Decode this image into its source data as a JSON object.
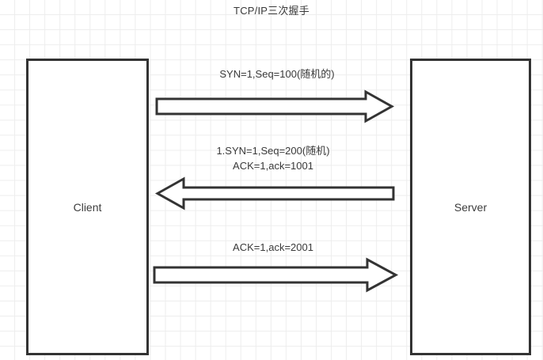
{
  "diagram": {
    "title": "TCP/IP三次握手",
    "background": {
      "grid_color": "#ededed",
      "page_color": "#ffffff"
    },
    "stroke_color": "#333333",
    "text_color": "#3a3a3a",
    "nodes": [
      {
        "id": "client",
        "label": "Client"
      },
      {
        "id": "server",
        "label": "Server"
      }
    ],
    "messages": [
      {
        "id": "handshake-1",
        "direction": "client-to-server",
        "lines": [
          "SYN=1,Seq=100(随机的)"
        ]
      },
      {
        "id": "handshake-2",
        "direction": "server-to-client",
        "lines": [
          "1.SYN=1,Seq=200(随机)",
          "ACK=1,ack=1001"
        ]
      },
      {
        "id": "handshake-3",
        "direction": "client-to-server",
        "lines": [
          "ACK=1,ack=2001"
        ]
      }
    ]
  }
}
